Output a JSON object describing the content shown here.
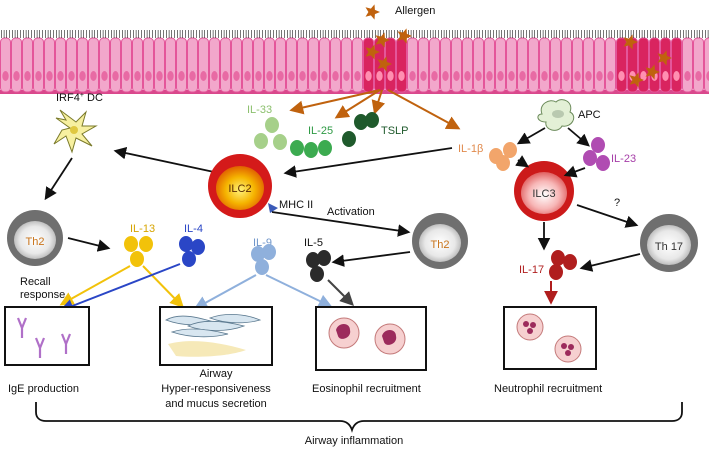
{
  "labels": {
    "allergen": "Allergen",
    "irf4_dc": "IRF4",
    "irf4_sup": "+",
    "irf4_tail": " DC",
    "apc": "APC",
    "il33": "IL-33",
    "il25": "IL-25",
    "tslp": "TSLP",
    "il1b": "IL-1β",
    "il23": "IL-23",
    "ilc2": "ILC2",
    "ilc3": "ILC3",
    "mhc2": "MHC II",
    "activation": "Activation",
    "th2_left": "Th2",
    "th2_right": "Th2",
    "th17": "Th 17",
    "question": "?",
    "il13": "IL-13",
    "il4": "IL-4",
    "il9": "IL-9",
    "il5": "IL-5",
    "il17": "IL-17",
    "recall_1": "Recall",
    "recall_2": "response",
    "ige": "IgE production",
    "airway_1": "Airway",
    "airway_2": "Hyper-responsiveness",
    "airway_3": "and mucus secretion",
    "eos": "Eosinophil recruitment",
    "neut": "Neutrophil recruitment",
    "inflammation": "Airway inflammation"
  },
  "colors": {
    "epithelium": "#e4569a",
    "epithelium_light": "#f2a7cb",
    "nucleus": "#c2185b",
    "cilia": "#1a1a1a",
    "allergen": "#c0620e",
    "il33": "#a6d08a",
    "il25": "#3cab50",
    "tslp": "#1f5a2c",
    "il1b": "#f2a56b",
    "il23": "#b04cb2",
    "il13": "#f2c20a",
    "il4": "#2a46c6",
    "il9": "#8fb0dc",
    "il5": "#2b2b2b",
    "il17": "#b01e1e",
    "ilc2_outer": "#d41a1a",
    "ilc2_inner": "#f4b400",
    "ilc3_outer": "#cc1a1a",
    "th_cell": "#7a7a7a",
    "text_il13": "#d6a400",
    "text_il4": "#2a46c6",
    "text_il9": "#6f95c9",
    "text_il33": "#8cc06e",
    "text_il25": "#2e9a44",
    "text_tslp": "#1f5a2c",
    "text_il1b": "#e08a4d",
    "text_il23": "#a63ea8",
    "text_il17": "#b01e1e",
    "text_th2": "#c9741b"
  }
}
